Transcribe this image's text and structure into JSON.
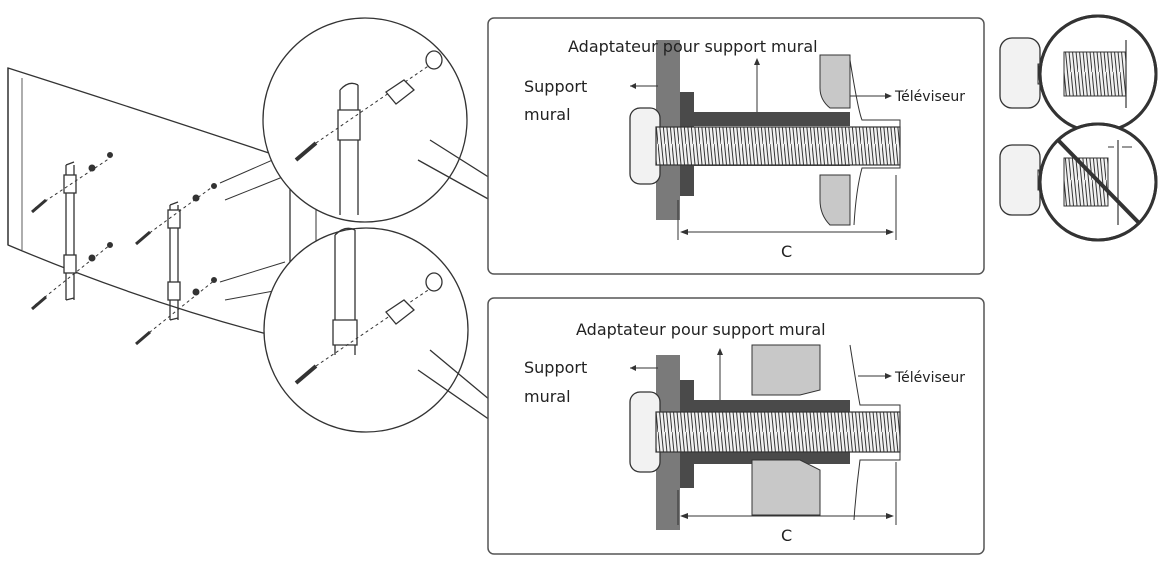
{
  "diagram": {
    "panels": [
      {
        "id": "top",
        "adapter_label": "Adaptateur pour support mural",
        "wall_label_line1": "Support",
        "wall_label_line2": "mural",
        "tv_label": "Téléviseur",
        "dimension_label": "C"
      },
      {
        "id": "bottom",
        "adapter_label": "Adaptateur pour support mural",
        "wall_label_line1": "Support",
        "wall_label_line2": "mural",
        "tv_label": "Téléviseur",
        "dimension_label": "C"
      }
    ],
    "screw_checks": [
      {
        "id": "correct",
        "crossed": false
      },
      {
        "id": "incorrect",
        "crossed": true
      }
    ],
    "colors": {
      "line": "#333333",
      "wall": "#7a7a7a",
      "adapter": "#4a4a4a",
      "tv_part": "#c8c8c8",
      "screw": "#e6e6e6"
    }
  }
}
